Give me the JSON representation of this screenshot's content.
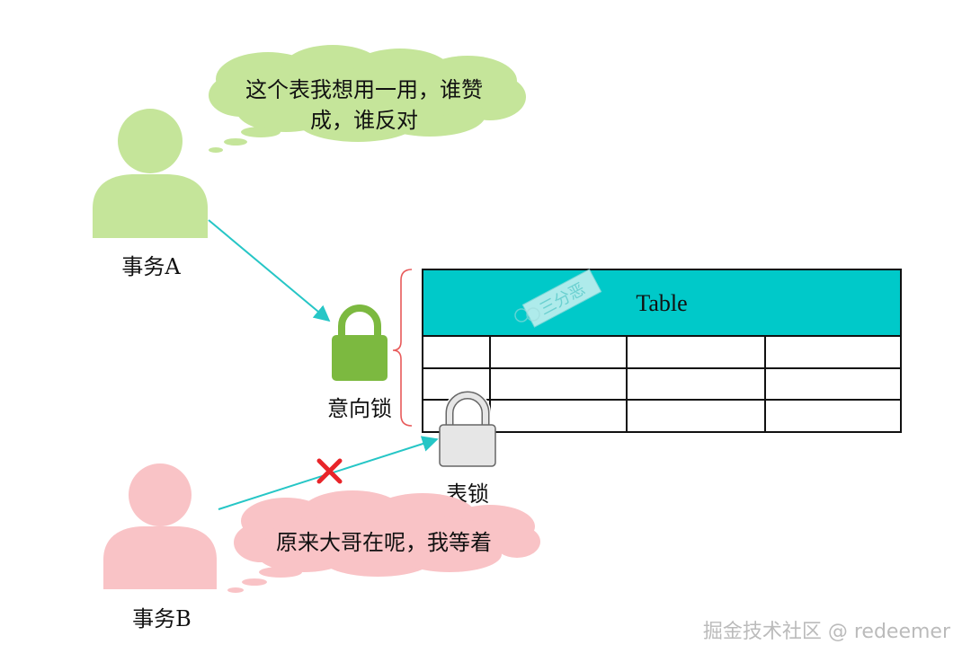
{
  "transaction_a": {
    "label": "事务A",
    "bubble_line1": "这个表我想用一用，谁赞",
    "bubble_line2": "成，谁反对"
  },
  "transaction_b": {
    "label": "事务B",
    "bubble": "原来大哥在呢，我等着"
  },
  "intention_lock": {
    "label": "意向锁"
  },
  "table_lock": {
    "label": "表锁"
  },
  "table": {
    "title": "Table",
    "rows": 3,
    "cols": 4
  },
  "stamp": {
    "text": "三分恶"
  },
  "watermark": {
    "text": "掘金技术社区 @ redeemer"
  },
  "colors": {
    "transaction_a": "#c5e59a",
    "transaction_b": "#f9c3c6",
    "arrow": "#26c6c6",
    "table_header": "#00c9c9",
    "intention_lock": "#7cb940",
    "table_lock": "#e6e6e6",
    "brace": "#e85a5a",
    "blocked_x": "#e8252a"
  }
}
